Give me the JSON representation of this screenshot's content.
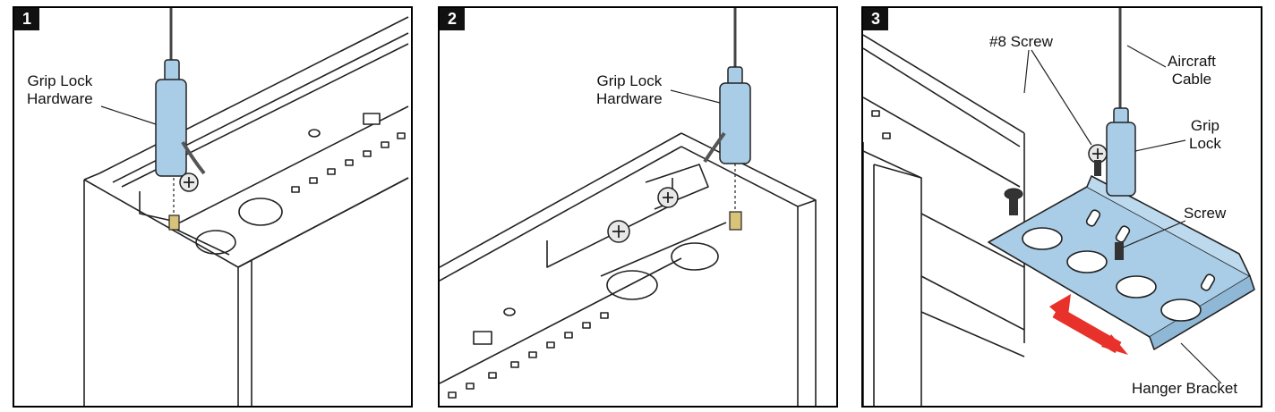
{
  "panels": [
    {
      "number": "1",
      "labels": {
        "grip_lock_line1": "Grip Lock",
        "grip_lock_line2": "Hardware"
      }
    },
    {
      "number": "2",
      "labels": {
        "grip_lock_line1": "Grip Lock",
        "grip_lock_line2": "Hardware"
      }
    },
    {
      "number": "3",
      "labels": {
        "screw8": "#8 Screw",
        "aircraft_line1": "Aircraft",
        "aircraft_line2": "Cable",
        "grip_line1": "Grip",
        "grip_line2": "Lock",
        "screw": "Screw",
        "hanger_bracket": "Hanger Bracket"
      }
    }
  ],
  "colors": {
    "hardware_blue": "#a9cde6",
    "arrow_red": "#e8312a",
    "brass": "#d9c27a"
  }
}
